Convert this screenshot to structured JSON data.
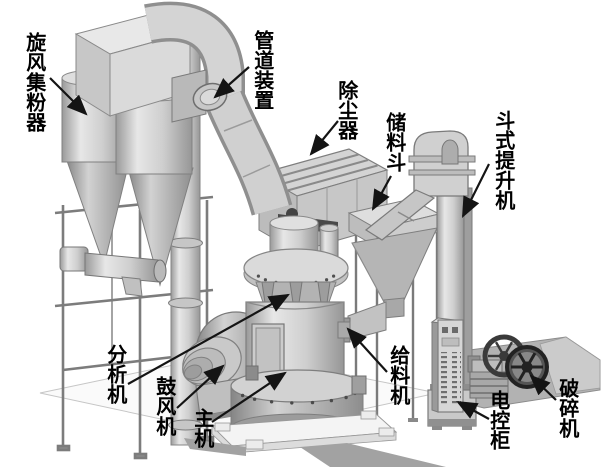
{
  "diagram": {
    "type": "equipment-illustration",
    "description_labels_language": "zh-CN",
    "labels": [
      {
        "id": "cyclone-collector",
        "text": "旋风集粉器"
      },
      {
        "id": "pipe-device",
        "text": "管道装置"
      },
      {
        "id": "dust-collector",
        "text": "除尘器"
      },
      {
        "id": "storage-hopper",
        "text": "储料斗"
      },
      {
        "id": "bucket-elevator",
        "text": "斗式提升机"
      },
      {
        "id": "analyzer",
        "text": "分析机"
      },
      {
        "id": "blower",
        "text": "鼓风机"
      },
      {
        "id": "main-unit",
        "text": "主机"
      },
      {
        "id": "feeder",
        "text": "给料机"
      },
      {
        "id": "electric-control-cabinet",
        "text": "电控柜"
      },
      {
        "id": "crusher",
        "text": "破碎机"
      }
    ],
    "colors": {
      "background": "#ffffff",
      "label_text": "#000000",
      "arrow": "#141414",
      "machine_light": "#dcdcdc",
      "machine_mid": "#b8b8b8",
      "machine_dark": "#8a8a8a",
      "detail_dark": "#3a3a3a",
      "floor": "#a2a2a2",
      "pit": "#b4b4b4"
    }
  }
}
